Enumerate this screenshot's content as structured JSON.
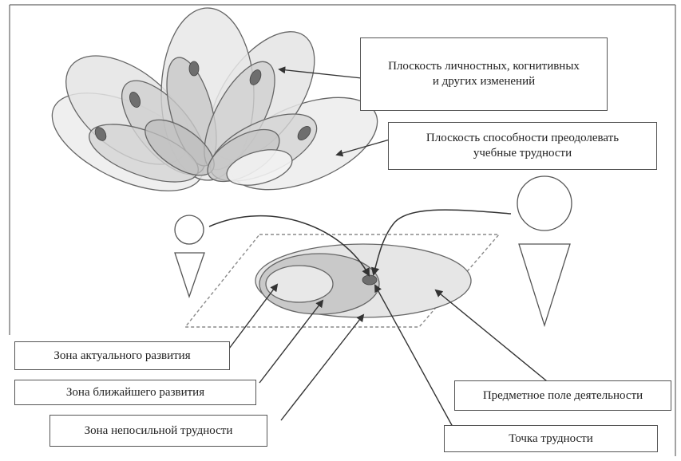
{
  "labels": {
    "planes_personal": "Плоскость личностных, когнитивных\nи других изменений",
    "plane_overcome": "Плоскость способности преодолевать\nучебные трудности",
    "zone_actual": "Зона актуального развития",
    "zone_proximal": "Зона ближайшего развития",
    "zone_overwhelming": "Зона непосильной трудности",
    "subject_field": "Предметное поле деятельности",
    "difficulty_point": "Точка трудности"
  },
  "colors": {
    "outline": "#666666",
    "petal_light": "#e6e6e6",
    "petal_mid": "#cfcfcf",
    "petal_dark": "#b8b8b8",
    "dot": "#6e6e6e",
    "dashed": "#8a8a8a"
  }
}
